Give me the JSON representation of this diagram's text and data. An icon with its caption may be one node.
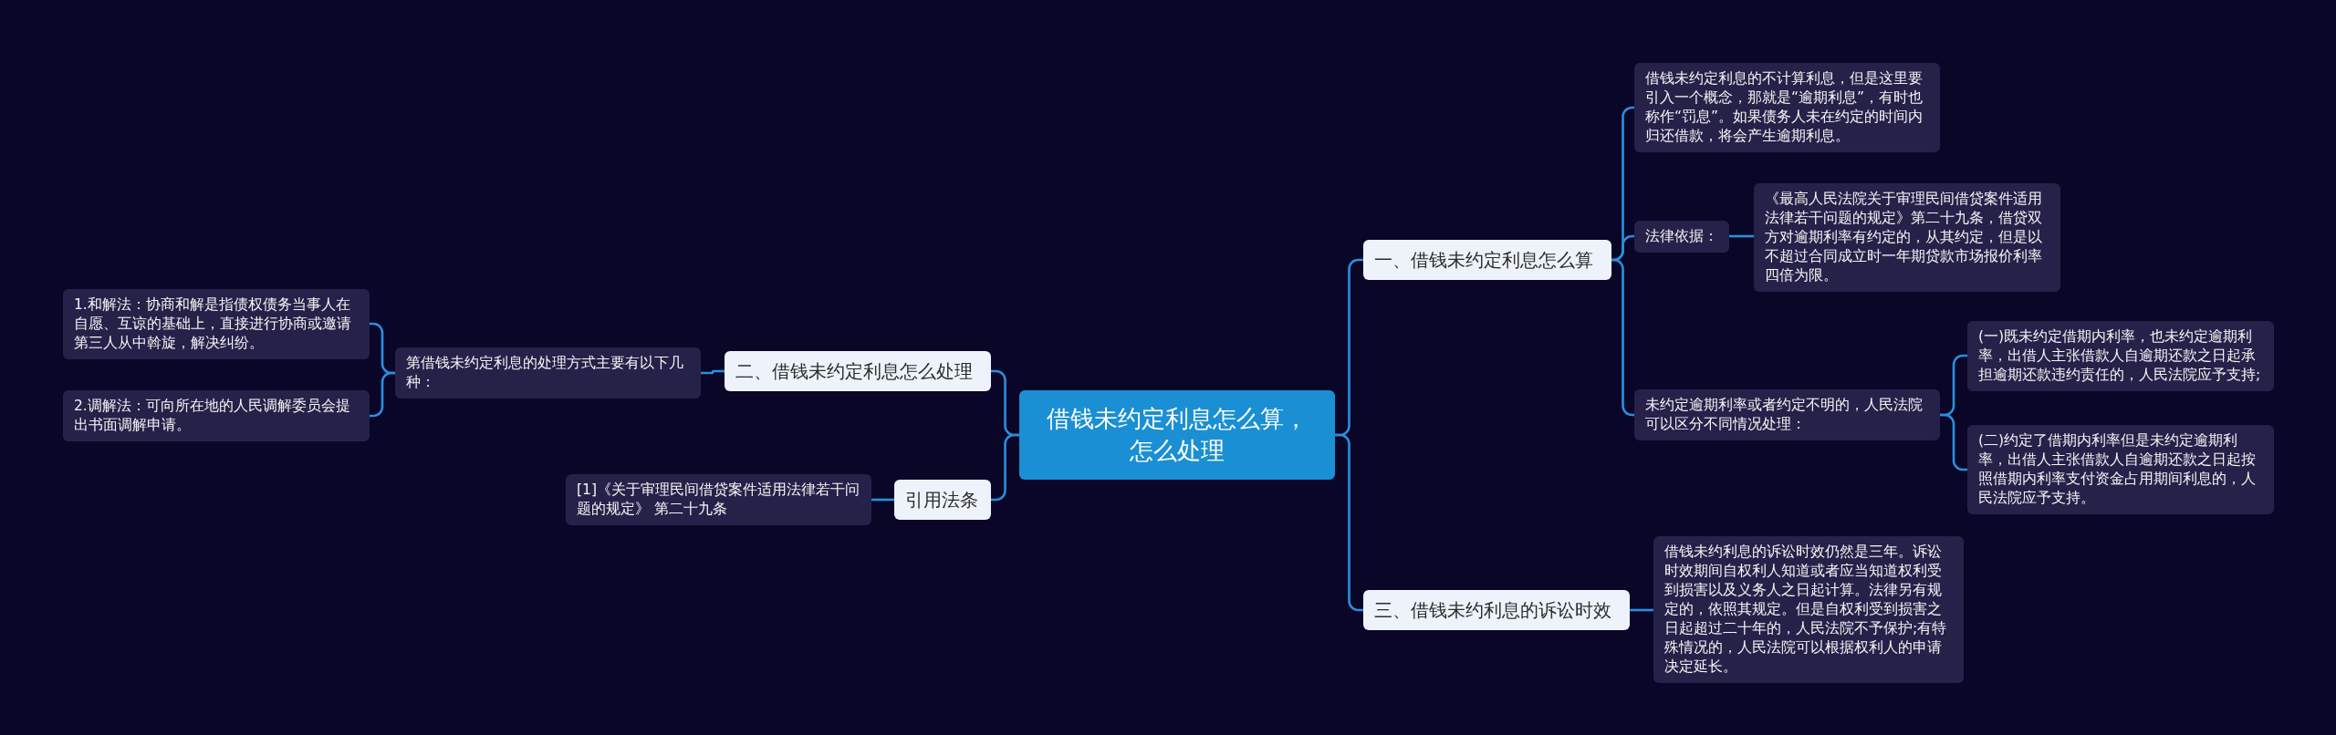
{
  "diagram": {
    "nodes": [
      {
        "text": [
          "借钱未约定利息怎么算，怎么处理"
        ]
      },
      {
        "text": [
          "一、借钱未约定利息怎么算"
        ]
      },
      {
        "text": [
          "借钱未约定利息的不计算利息，但是这里要引入一个概念，那就是“逾期利息”，有时也称作“罚息”。如果债务人未在约定的时间内归还借款，将会产生逾期利息。"
        ]
      },
      {
        "text": [
          "法律依据："
        ]
      },
      {
        "text": [
          "《最高人民法院关于审理民间借贷案件适用法律若干问题的规定》第二十九条，借贷双方对逾期利率有约定的，从其约定，但是以不超过合同成立时一年期贷款市场报价利率四倍为限。"
        ]
      },
      {
        "text": [
          "未约定逾期利率或者约定不明的，人民法院可以区分不同情况处理："
        ]
      },
      {
        "text": [
          "(一)既未约定借期内利率，也未约定逾期利率，出借人主张借款人自逾期还款之日起承担逾期还款违约责任的，人民法院应予支持;"
        ]
      },
      {
        "text": [
          "(二)约定了借期内利率但是未约定逾期利率，出借人主张借款人自逾期还款之日起按照借期内利率支付资金占用期间利息的，人民法院应予支持。"
        ]
      },
      {
        "text": [
          "三、借钱未约利息的诉讼时效"
        ]
      },
      {
        "text": [
          "借钱未约利息的诉讼时效仍然是三年。诉讼时效期间自权利人知道或者应当知道权利受到损害以及义务人之日起计算。法律另有规定的，依照其规定。但是自权利受到损害之日起超过二十年的，人民法院不予保护;有特殊情况的，人民法院可以根据权利人的申请决定延长。"
        ]
      },
      {
        "text": [
          "二、借钱未约定利息怎么处理"
        ]
      },
      {
        "text": [
          "第借钱未约定利息的处理方式主要有以下几种："
        ]
      },
      {
        "text": [
          "1.和解法：协商和解是指债权债务当事人在自愿、互谅的基础上，直接进行协商或邀请第三人从中斡旋，解决纠纷。"
        ]
      },
      {
        "text": [
          "2.调解法：可向所在地的人民调解委员会提出书面调解申请。"
        ]
      },
      {
        "text": [
          "引用法条"
        ]
      },
      {
        "text": [
          "[1]《关于审理民间借贷案件适用法律若干问题的规定》 第二十九条"
        ]
      }
    ],
    "edges": [
      {
        "from": 0,
        "to": 1,
        "arrow": "none"
      },
      {
        "from": 1,
        "to": 2,
        "arrow": "none"
      },
      {
        "from": 1,
        "to": 3,
        "arrow": "none"
      },
      {
        "from": 3,
        "to": 4,
        "arrow": "none"
      },
      {
        "from": 1,
        "to": 5,
        "arrow": "none"
      },
      {
        "from": 5,
        "to": 6,
        "arrow": "none"
      },
      {
        "from": 5,
        "to": 7,
        "arrow": "none"
      },
      {
        "from": 0,
        "to": 8,
        "arrow": "none"
      },
      {
        "from": 8,
        "to": 9,
        "arrow": "none"
      },
      {
        "from": 0,
        "to": 10,
        "arrow": "none"
      },
      {
        "from": 10,
        "to": 11,
        "arrow": "none"
      },
      {
        "from": 11,
        "to": 12,
        "arrow": "none"
      },
      {
        "from": 11,
        "to": 13,
        "arrow": "none"
      },
      {
        "from": 0,
        "to": 14,
        "arrow": "none"
      },
      {
        "from": 14,
        "to": 15,
        "arrow": "none"
      }
    ]
  }
}
